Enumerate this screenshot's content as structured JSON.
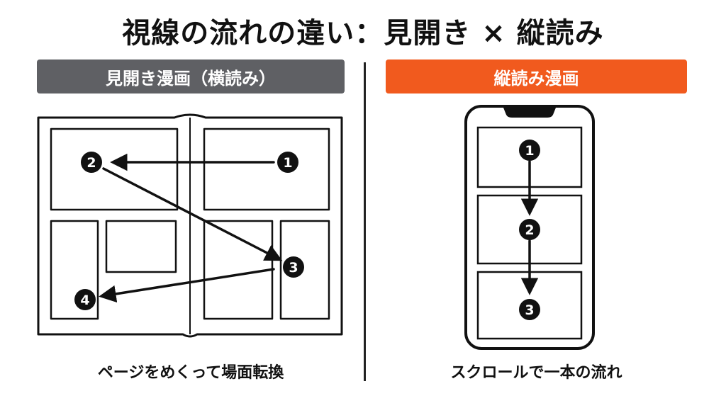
{
  "title": "視線の流れの違い：見開き × 縦読み",
  "left_panel": {
    "header": "見開き漫画（横読み）",
    "header_color": "#5f6064",
    "caption": "ページをめくって場面転換",
    "steps": [
      "1",
      "2",
      "3",
      "4"
    ]
  },
  "right_panel": {
    "header": "縦読み漫画",
    "header_color": "#f15a1e",
    "caption": "スクロールで一本の流れ",
    "steps": [
      "1",
      "2",
      "3"
    ]
  },
  "icons": {
    "left": "open-book-icon",
    "right": "smartphone-icon"
  }
}
